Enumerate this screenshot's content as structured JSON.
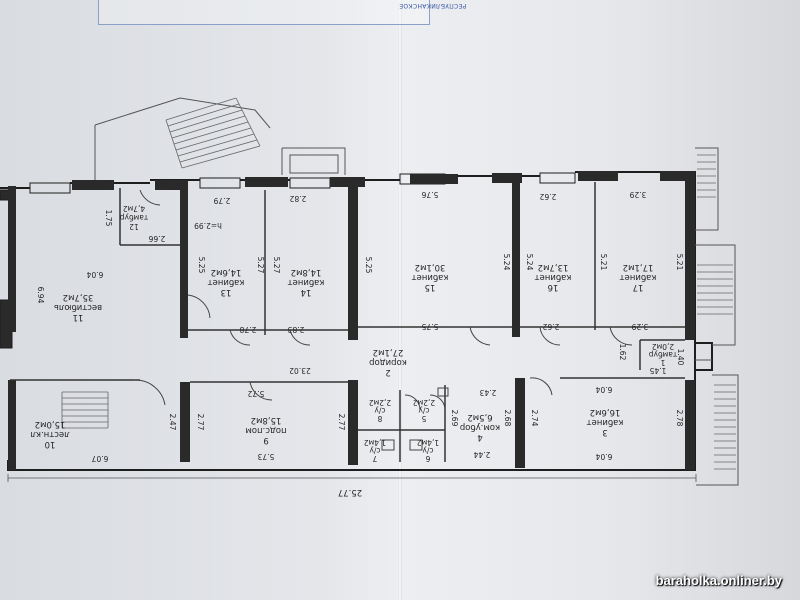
{
  "stamp": {
    "text": "РЕСПУБЛИКАНСКОЕ"
  },
  "watermark": "baraholka.onliner.by",
  "rooms": [
    {
      "num": "11",
      "name": "вестибюль",
      "area": "35,7м2"
    },
    {
      "num": "12",
      "name": "тамбур",
      "area": "4,7м2"
    },
    {
      "num": "13",
      "name": "кабинет",
      "area": "14,6м2"
    },
    {
      "num": "14",
      "name": "кабинет",
      "area": "14,8м2"
    },
    {
      "num": "15",
      "name": "кабинет",
      "area": "30,1м2"
    },
    {
      "num": "16",
      "name": "кабинет",
      "area": "13,7м2"
    },
    {
      "num": "17",
      "name": "кабинет",
      "area": "17,1м2"
    },
    {
      "num": "1",
      "name": "тамбур",
      "area": "2,0м2"
    },
    {
      "num": "10",
      "name": "лестн.кл",
      "area": "15,0м2"
    },
    {
      "num": "9",
      "name": "подс.пом",
      "area": "15,8м2"
    },
    {
      "num": "2",
      "name": "коридор",
      "area": "27,1м2"
    },
    {
      "num": "8",
      "name": "с/у",
      "area": "2,2м2"
    },
    {
      "num": "5",
      "name": "с/у",
      "area": "2,2м2"
    },
    {
      "num": "7",
      "name": "с/у",
      "area": "1,4м2"
    },
    {
      "num": "6",
      "name": "с/у",
      "area": "1,4м2"
    },
    {
      "num": "4",
      "name": "ком.убор",
      "area": "6,5м2"
    },
    {
      "num": "3",
      "name": "кабинет",
      "area": "16,6м2"
    }
  ],
  "dims": {
    "d604a": "6.04",
    "d694": "6.94",
    "d175": "1.75",
    "d266": "2.66",
    "d299": "h=2.99",
    "d279": "2.79",
    "d282": "2.82",
    "d576": "5.76",
    "d262a": "2.62",
    "d329a": "3.29",
    "d525a": "5.25",
    "d527a": "5.27",
    "d527b": "5.27",
    "d525b": "5.25",
    "d524a": "5.24",
    "d524b": "5.24",
    "d521a": "5.21",
    "d521b": "5.21",
    "d278": "2.78",
    "d283": "2.83",
    "d575": "5.75",
    "d262b": "2.62",
    "d329b": "3.29",
    "d162": "1.62",
    "d2302": "23.02",
    "d572": "5.72",
    "d247": "2.47",
    "d277a": "2.77",
    "d277b": "2.77",
    "d573": "5.73",
    "d607": "6.07",
    "d145": "1.45",
    "d140": "1.40",
    "d604b": "6.04",
    "d604c": "6.04",
    "d274": "2.74",
    "d278b": "2.78",
    "d243": "2.43",
    "d269": "2.69",
    "d268": "2.68",
    "d244": "2.44",
    "d2577": "25.77"
  }
}
